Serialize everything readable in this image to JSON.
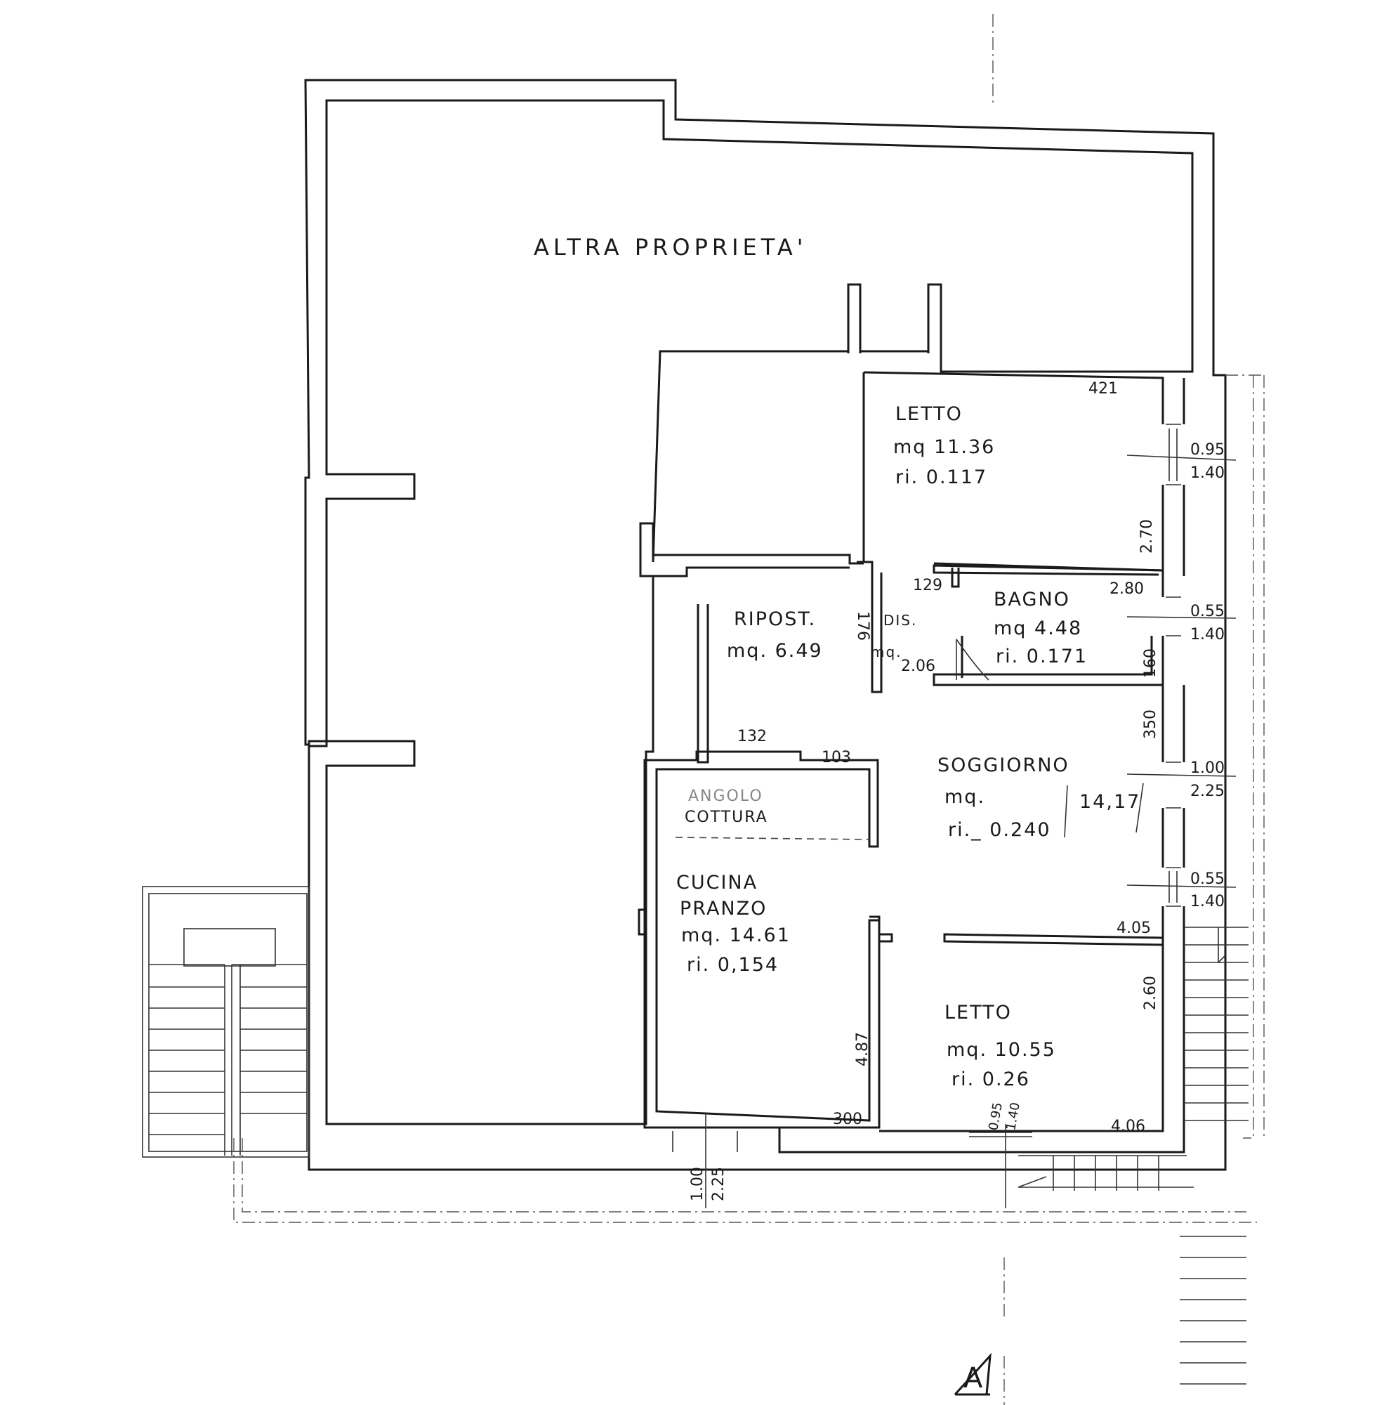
{
  "title": "ALTRA PROPRIETA'",
  "rooms": {
    "letto1": {
      "name": "LETTO",
      "area": "mq 11.36",
      "ri": "ri. 0.117"
    },
    "bagno": {
      "name": "BAGNO",
      "area": "mq 4.48",
      "ri": "ri. 0.171"
    },
    "ripost": {
      "name": "RIPOST.",
      "area": "mq. 6.49"
    },
    "dis": {
      "name": "DIS.",
      "area": "mq.",
      "dim": "2.06"
    },
    "angolo_cottura": {
      "line1": "ANGOLO",
      "line2": "COTTURA"
    },
    "cucina": {
      "line1": "CUCINA",
      "line2": "PRANZO",
      "area": "mq. 14.61",
      "ri": "ri. 0,154"
    },
    "soggiorno": {
      "name": "SOGGIORNO",
      "area": "mq.",
      "area_value": "14,17",
      "ri": "ri._ 0.240"
    },
    "letto2": {
      "name": "LETTO",
      "area": "mq. 10.55",
      "ri": "ri. 0.26"
    }
  },
  "dimensions": {
    "d421": "421",
    "d270": "2.70",
    "d280": "2.80",
    "d129": "129",
    "d176": "176",
    "d160": "160",
    "d350": "350",
    "d132": "132",
    "d103": "103",
    "d405": "4.05",
    "d260": "2.60",
    "d487": "4.87",
    "d300": "300",
    "d406": "4.06"
  },
  "windows": {
    "w1_top": "0.95",
    "w1_bottom": "1.40",
    "w2_top": "0.55",
    "w2_bottom": "1.40",
    "w3_top": "1.00",
    "w3_bottom": "2.25",
    "w4_top": "0.55",
    "w4_bottom": "1.40",
    "w5_top": "1.00",
    "w5_bottom": "2.25",
    "w6_top": "0.95",
    "w6_bottom": "1.40"
  },
  "section_marker": "A"
}
